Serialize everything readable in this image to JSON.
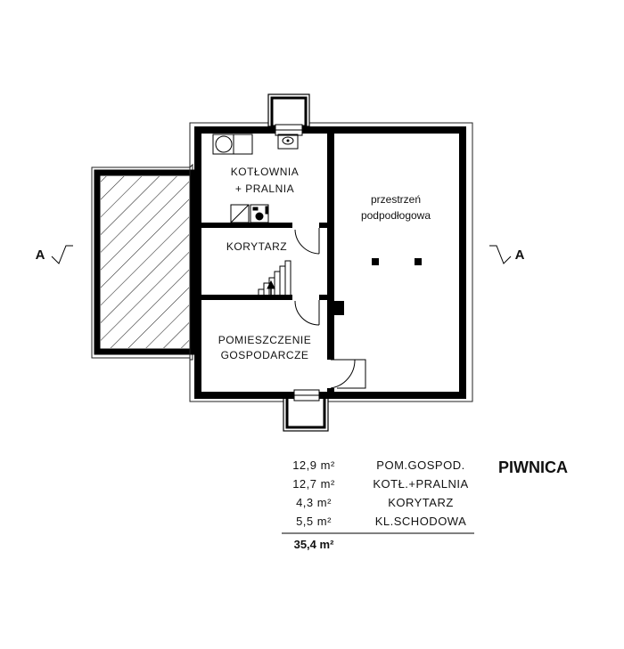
{
  "rooms": {
    "kotlownia_line1": "KOTŁOWNIA",
    "kotlownia_line2": "+ PRALNIA",
    "korytarz": "KORYTARZ",
    "pomieszczenie_line1": "POMIESZCZENIE",
    "pomieszczenie_line2": "GOSPODARCZE",
    "crawl_line1": "przestrzeń",
    "crawl_line2": "podpodłogowa"
  },
  "section_marker": "A",
  "schedule": {
    "title": "PIWNICA",
    "rows": [
      {
        "name": "POM.GOSPOD.",
        "area": "12,9 m²"
      },
      {
        "name": "KOTŁ.+PRALNIA",
        "area": "12,7 m²"
      },
      {
        "name": "KORYTARZ",
        "area": "4,3 m²"
      },
      {
        "name": "KL.SCHODOWA",
        "area": "5,5 m²"
      }
    ],
    "total": "35,4 m²"
  }
}
